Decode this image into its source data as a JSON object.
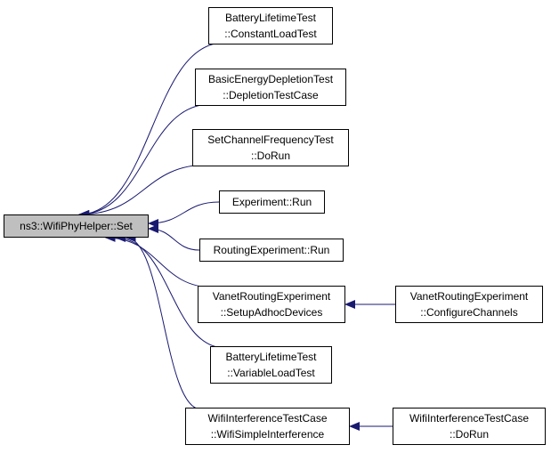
{
  "colors": {
    "edge": "#191970",
    "root_fill": "#bfbfbf",
    "node_fill": "#ffffff",
    "border": "#000000"
  },
  "nodes": {
    "root": {
      "lines": [
        "ns3::WifiPhyHelper::Set"
      ]
    },
    "blt_c": {
      "lines": [
        "BatteryLifetimeTest",
        "::ConstantLoadTest"
      ]
    },
    "bedt": {
      "lines": [
        "BasicEnergyDepletionTest",
        "::DepletionTestCase"
      ]
    },
    "scft": {
      "lines": [
        "SetChannelFrequencyTest",
        "::DoRun"
      ]
    },
    "exp": {
      "lines": [
        "Experiment::Run"
      ]
    },
    "rexp": {
      "lines": [
        "RoutingExperiment::Run"
      ]
    },
    "vre_s": {
      "lines": [
        "VanetRoutingExperiment",
        "::SetupAdhocDevices"
      ]
    },
    "blt_v": {
      "lines": [
        "BatteryLifetimeTest",
        "::VariableLoadTest"
      ]
    },
    "witc_s": {
      "lines": [
        "WifiInterferenceTestCase",
        "::WifiSimpleInterference"
      ]
    },
    "vre_c": {
      "lines": [
        "VanetRoutingExperiment",
        "::ConfigureChannels"
      ]
    },
    "witc_d": {
      "lines": [
        "WifiInterferenceTestCase",
        "::DoRun"
      ]
    }
  },
  "edges": [
    {
      "from": "blt_c",
      "to": "root"
    },
    {
      "from": "bedt",
      "to": "root"
    },
    {
      "from": "scft",
      "to": "root"
    },
    {
      "from": "exp",
      "to": "root"
    },
    {
      "from": "rexp",
      "to": "root"
    },
    {
      "from": "vre_s",
      "to": "root"
    },
    {
      "from": "blt_v",
      "to": "root"
    },
    {
      "from": "witc_s",
      "to": "root"
    },
    {
      "from": "vre_c",
      "to": "vre_s"
    },
    {
      "from": "witc_d",
      "to": "witc_s"
    }
  ]
}
